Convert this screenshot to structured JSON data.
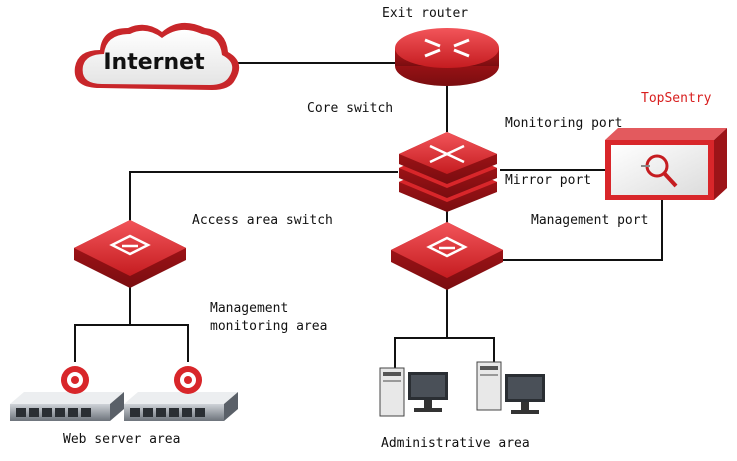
{
  "labels": {
    "exit_router": "Exit router",
    "internet": "Internet",
    "core_switch": "Core switch",
    "topsentry": "TopSentry",
    "monitoring_port": "Monitoring port",
    "mirror_port": "Mirror port",
    "management_port": "Management port",
    "access_area_switch": "Access area switch",
    "management_monitoring_area_line1": "Management",
    "management_monitoring_area_line2": "monitoring area",
    "web_server_area": "Web server area",
    "administrative_area": "Administrative area"
  },
  "colors": {
    "device_red": "#d8262a",
    "device_dark_red": "#9c1418",
    "accent_text": "#d81e1e",
    "link": "#111111"
  },
  "icons": [
    "cloud-icon",
    "router-icon",
    "core-switch-icon",
    "topsentry-appliance-icon",
    "access-switch-icon",
    "server-icon",
    "desktop-computer-icon"
  ]
}
